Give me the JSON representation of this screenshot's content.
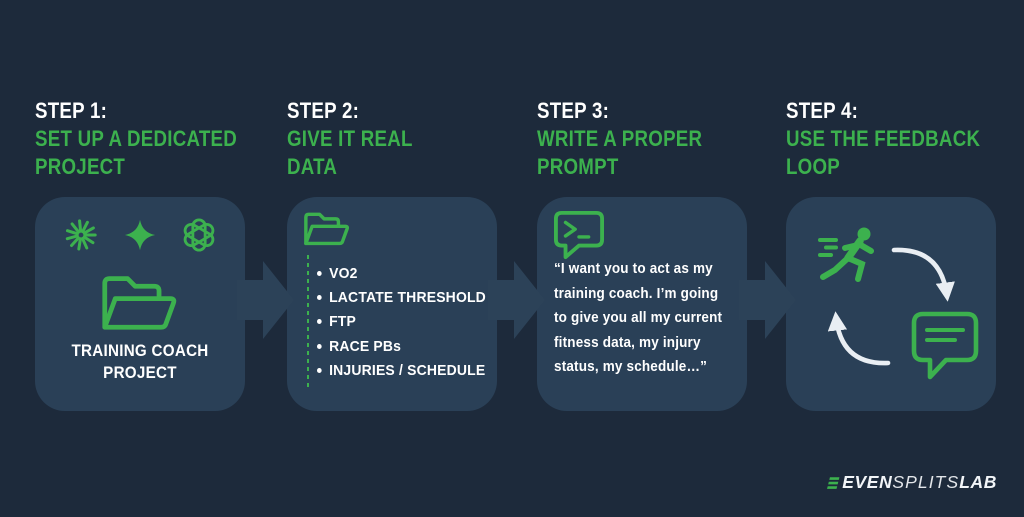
{
  "palette": {
    "background": "#1d2a3b",
    "card": "#2a4057",
    "block_arrow": "#2c4258",
    "accent_green": "#3cb14e",
    "text_white": "#ffffff",
    "loop_arrow_white": "#e9eef3"
  },
  "steps": [
    {
      "label": "STEP 1:",
      "line1": "SET UP A DEDICATED",
      "line2": "PROJECT"
    },
    {
      "label": "STEP 2:",
      "line1": "GIVE IT REAL",
      "line2": "DATA"
    },
    {
      "label": "STEP 3:",
      "line1": "WRITE A PROPER",
      "line2": "PROMPT"
    },
    {
      "label": "STEP 4:",
      "line1": "USE THE FEEDBACK",
      "line2": "LOOP"
    }
  ],
  "card1": {
    "icons": [
      "starburst-icon",
      "sparkle-icon",
      "openai-icon",
      "open-folder-icon"
    ],
    "project_line1": "TRAINING COACH",
    "project_line2": "PROJECT"
  },
  "card2": {
    "icon": "open-folder-icon",
    "bullets": [
      "VO2",
      "LACTATE THRESHOLD",
      "FTP",
      "RACE PBs",
      "INJURIES / SCHEDULE"
    ]
  },
  "card3": {
    "icon": "terminal-chat-icon",
    "quote_lines": [
      "“I want you to act as my",
      "training coach. I’m going",
      "to give you all my current",
      "fitness data, my injury",
      "status, my schedule…”"
    ]
  },
  "card4": {
    "icons": [
      "runner-icon",
      "cycle-arrow-clockwise",
      "chat-bubble-icon",
      "cycle-arrow-counterclockwise"
    ]
  },
  "logo": {
    "mark": "triple-bar-mark",
    "part1": "EVEN",
    "part2": "SPLITS",
    "part3": "LAB"
  }
}
